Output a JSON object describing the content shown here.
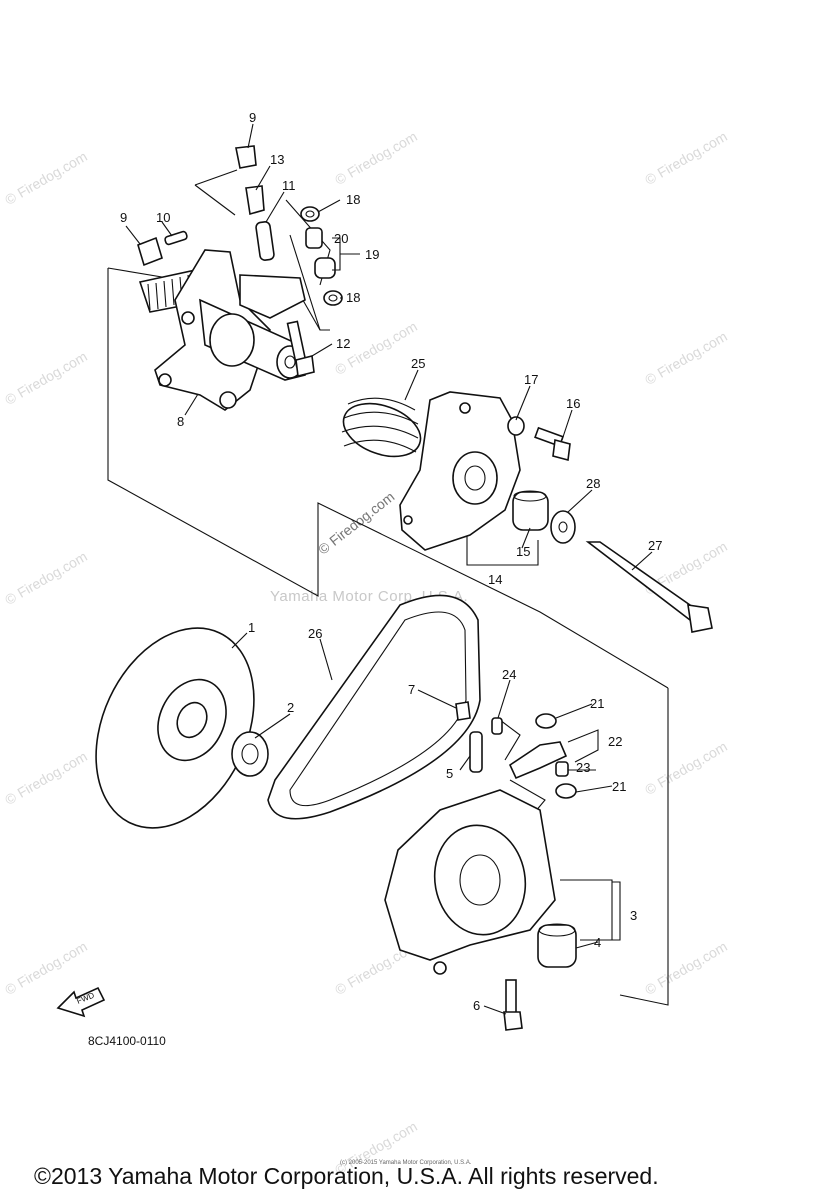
{
  "callouts": {
    "c9a": "9",
    "c13": "13",
    "c11": "11",
    "c18a": "18",
    "c9b": "9",
    "c10": "10",
    "c20": "20",
    "c19": "19",
    "c18b": "18",
    "c12": "12",
    "c8": "8",
    "c25": "25",
    "c17": "17",
    "c16": "16",
    "c28": "28",
    "c15": "15",
    "c14": "14",
    "c27": "27",
    "c1": "1",
    "c26": "26",
    "c2": "2",
    "c7": "7",
    "c24": "24",
    "c21a": "21",
    "c22": "22",
    "c5": "5",
    "c23": "23",
    "c21b": "21",
    "c3": "3",
    "c4": "4",
    "c6": "6"
  },
  "watermark": "© Firedog.com",
  "mid_watermark": "Yamaha Motor Corp. U.S.A.",
  "mid_watermark_2": "© Firedog.com",
  "fwd_label": "FWD",
  "diagram_code": "8CJ4100-0110",
  "fine_print": "(c) 2005-2015 Yamaha Motor Corporation, U.S.A.",
  "footer": "©2013 Yamaha Motor Corporation, U.S.A. All rights reserved."
}
